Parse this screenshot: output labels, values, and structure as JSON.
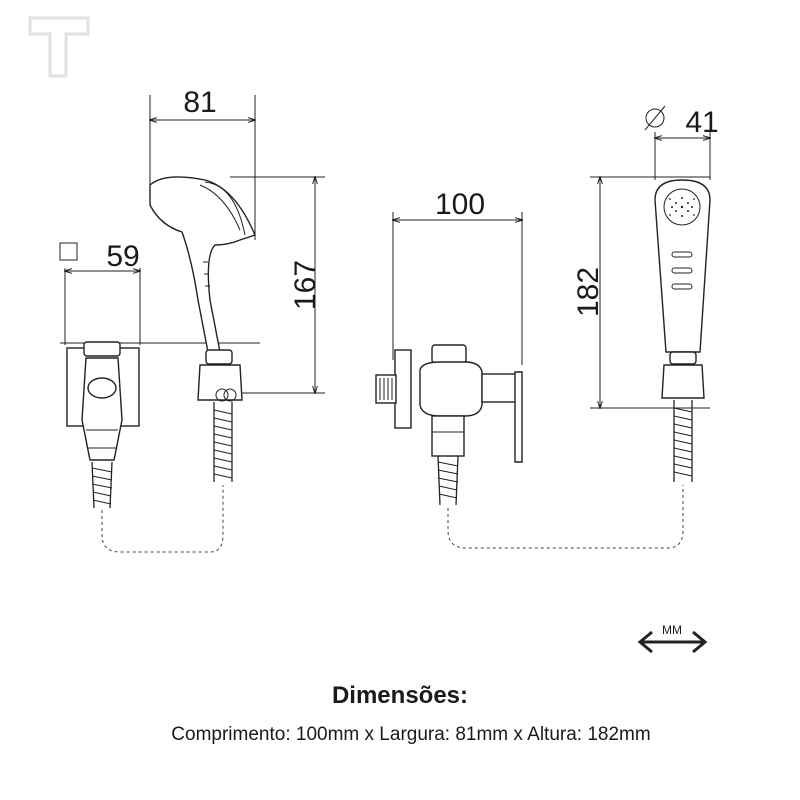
{
  "brand": {
    "logo_letter": "T"
  },
  "dimensions": {
    "width_label": "81",
    "base_label": "59",
    "height_left_label": "167",
    "length_label": "100",
    "diameter_label": "41",
    "height_right_label": "182"
  },
  "unit_badge": {
    "label": "MM"
  },
  "caption": {
    "title": "Dimensões:",
    "text": "Comprimento: 100mm x Largura: 81mm x Altura: 182mm"
  }
}
